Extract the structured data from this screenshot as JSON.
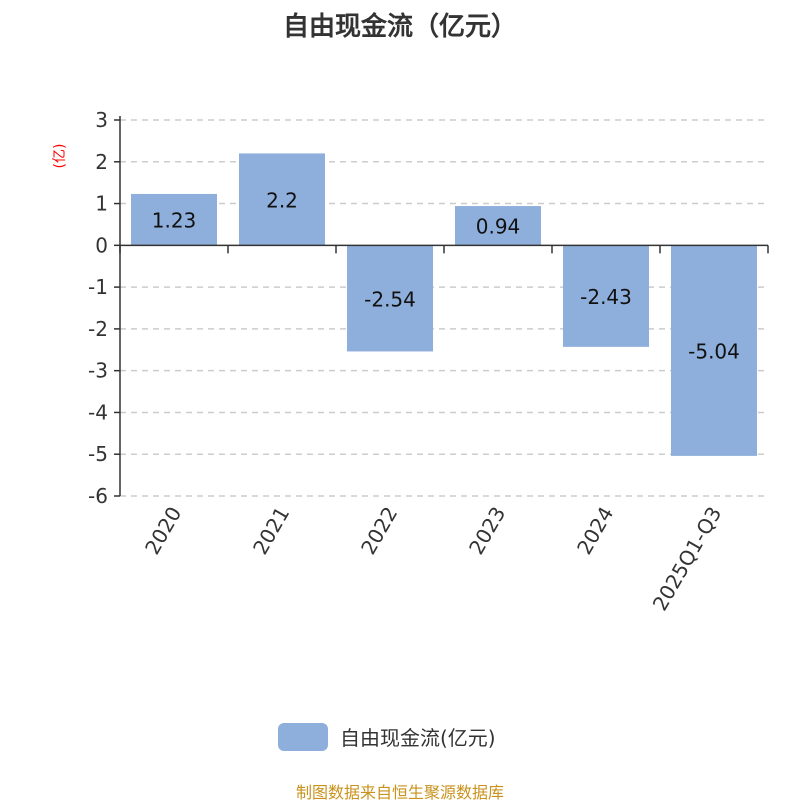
{
  "chart_data": {
    "type": "bar",
    "title": "自由现金流（亿元）",
    "ylabel": "(亿)",
    "xlabel": "",
    "categories": [
      "2020",
      "2021",
      "2022",
      "2023",
      "2024",
      "2025Q1-Q3"
    ],
    "values": [
      1.23,
      2.2,
      -2.54,
      0.94,
      -2.43,
      -5.04
    ],
    "data_labels": [
      "1.23",
      "2.2",
      "-2.54",
      "0.94",
      "-2.43",
      "-5.04"
    ],
    "ylim": [
      -6,
      3
    ],
    "yticks": [
      3,
      2,
      1,
      0,
      -1,
      -2,
      -3,
      -4,
      -5,
      -6
    ],
    "grid": true,
    "legend": {
      "label": "自由现金流(亿元)",
      "position": "bottom"
    },
    "bar_color": "#8eafdb",
    "ylabel_color": "#ff0000"
  },
  "source": "制图数据来自恒生聚源数据库"
}
